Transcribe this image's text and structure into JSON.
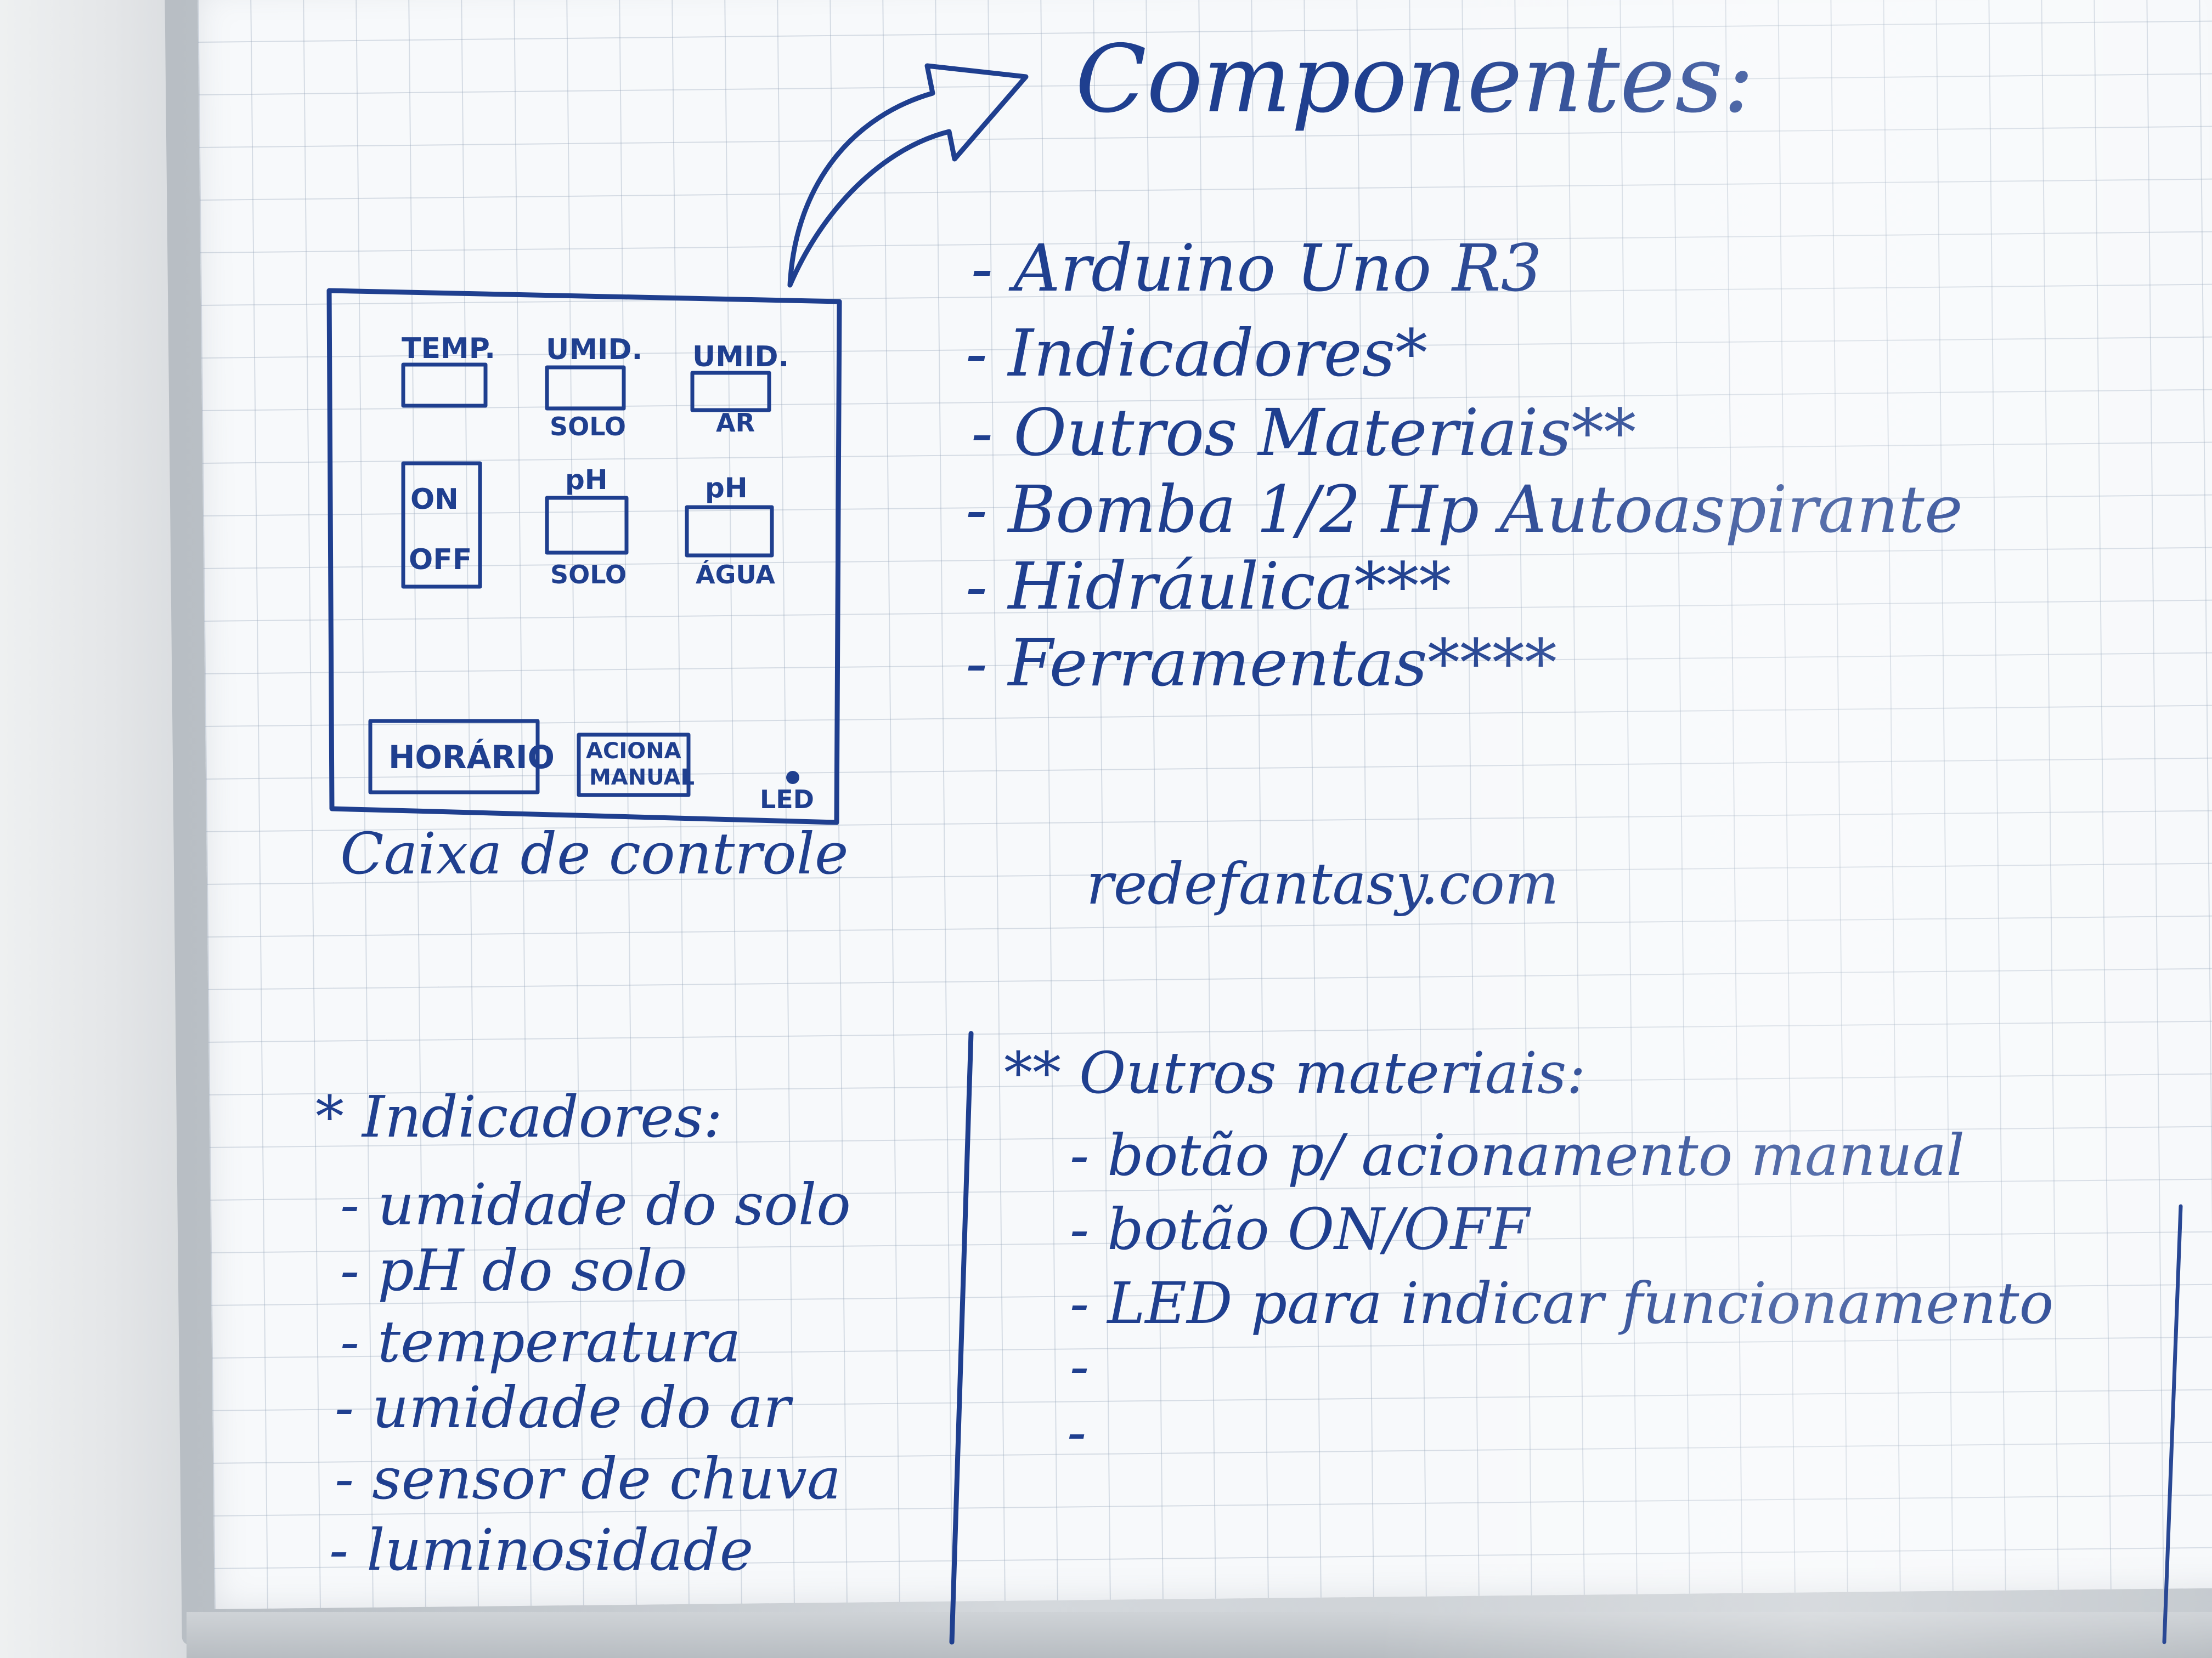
{
  "title": "Componentes:",
  "components": [
    "- Arduino Uno R3",
    "- Indicadores*",
    "- Outros Materiais**",
    "- Bomba 1/2 Hp Autoaspirante",
    "- Hidráulica***",
    "- Ferramentas****"
  ],
  "website": "redefantasy.com",
  "control_box": {
    "caption": "Caixa de controle",
    "temp": "TEMP.",
    "umid_solo_top": "UMID.",
    "umid_solo_bottom": "SOLO",
    "umid_ar_top": "UMID.",
    "umid_ar_bottom": "AR",
    "on": "ON",
    "off": "OFF",
    "ph_solo_top": "pH",
    "ph_solo_bottom": "SOLO",
    "ph_agua_top": "pH",
    "ph_agua_bottom": "ÁGUA",
    "horario": "HORÁRIO",
    "aciona_1": "ACIONA",
    "aciona_2": "MANUAL",
    "led": "LED"
  },
  "indicadores": {
    "heading": "* Indicadores:",
    "items": [
      "- umidade do solo",
      "- pH do solo",
      "- temperatura",
      "- umidade do ar",
      "- sensor de chuva",
      "- luminosidade"
    ]
  },
  "outros": {
    "heading": "** Outros materiais:",
    "items": [
      "- botão p/ acionamento manual",
      "- botão ON/OFF",
      "- LED para indicar funcionamento",
      "-",
      "-"
    ]
  },
  "colors": {
    "ink": "#1f3f8f",
    "board": "#f7f9fb",
    "grid": "#96a5b9"
  }
}
